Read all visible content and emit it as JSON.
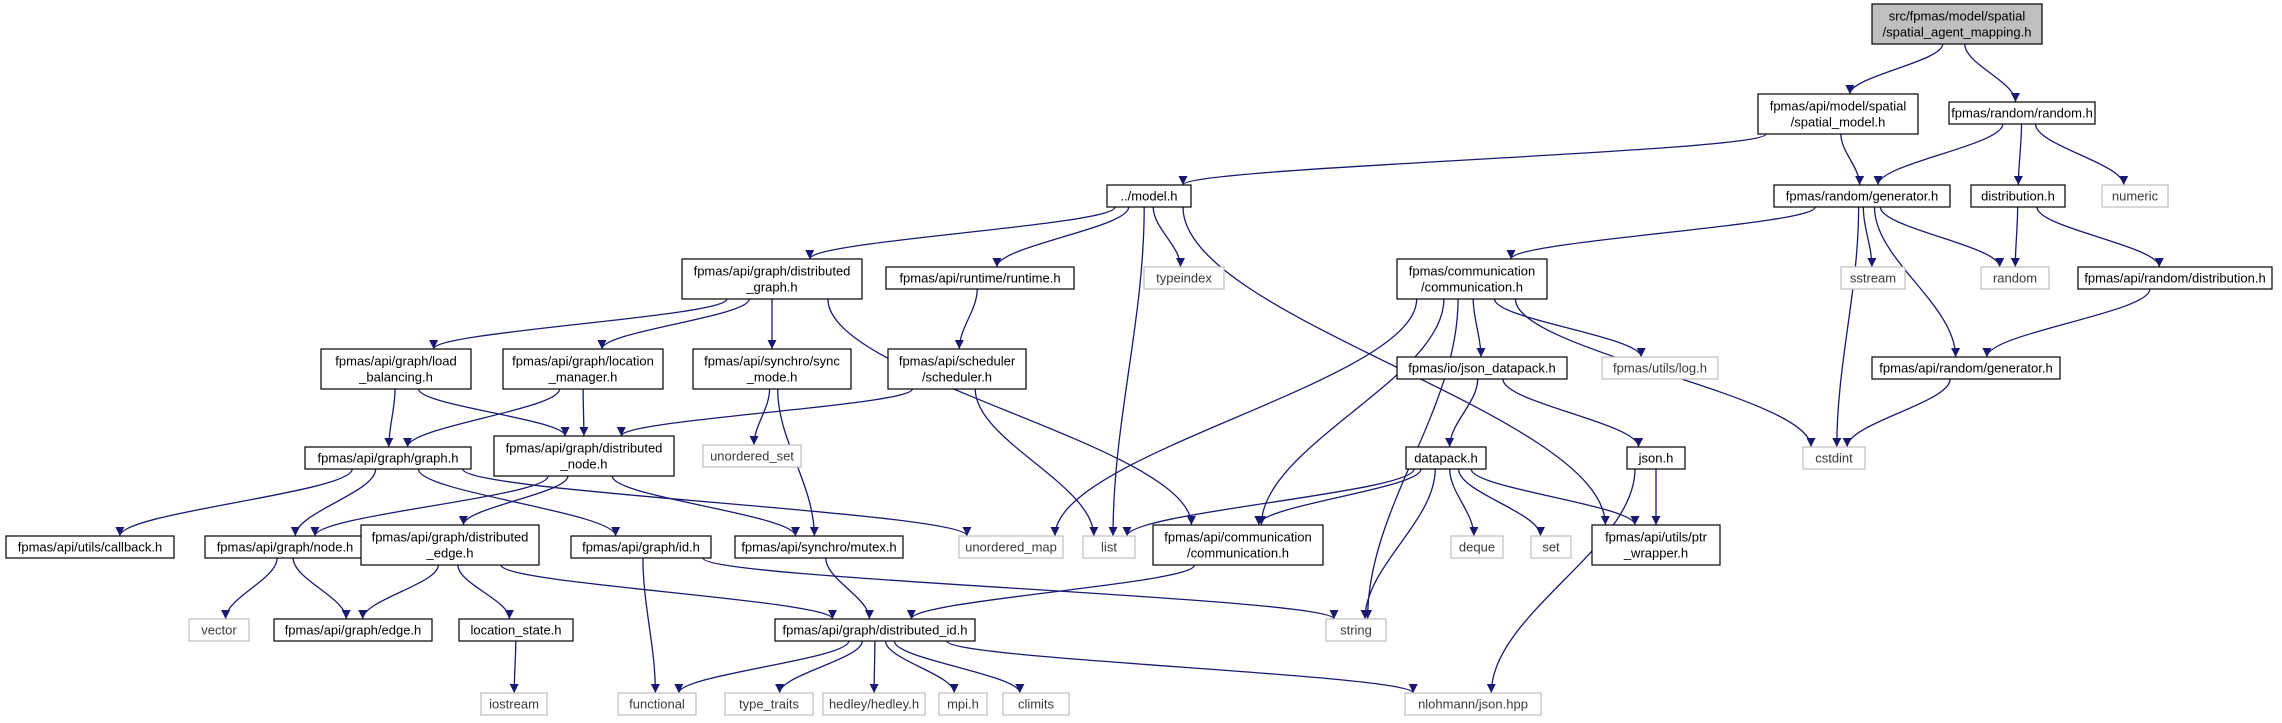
{
  "diagram": {
    "edge_color": "#191970",
    "nodes": [
      {
        "id": "root",
        "kind": "root",
        "lines": [
          "src/fpmas/model/spatial",
          "/spatial_agent_mapping.h"
        ]
      },
      {
        "id": "spatial_model",
        "kind": "hdr",
        "lines": [
          "fpmas/api/model/spatial",
          "/spatial_model.h"
        ]
      },
      {
        "id": "random_h",
        "kind": "hdr",
        "lines": [
          "fpmas/random/random.h"
        ]
      },
      {
        "id": "model_h",
        "kind": "hdr",
        "lines": [
          "../model.h"
        ]
      },
      {
        "id": "generator_h",
        "kind": "hdr",
        "lines": [
          "fpmas/random/generator.h"
        ]
      },
      {
        "id": "distribution_h",
        "kind": "hdr",
        "lines": [
          "distribution.h"
        ]
      },
      {
        "id": "numeric",
        "kind": "ext",
        "lines": [
          "numeric"
        ]
      },
      {
        "id": "dist_graph",
        "kind": "hdr",
        "lines": [
          "fpmas/api/graph/distributed",
          "_graph.h"
        ]
      },
      {
        "id": "runtime_h",
        "kind": "hdr",
        "lines": [
          "fpmas/api/runtime/runtime.h"
        ]
      },
      {
        "id": "typeindex",
        "kind": "ext",
        "lines": [
          "typeindex"
        ]
      },
      {
        "id": "comm_top",
        "kind": "hdr",
        "lines": [
          "fpmas/communication",
          "/communication.h"
        ]
      },
      {
        "id": "sstream",
        "kind": "ext",
        "lines": [
          "sstream"
        ]
      },
      {
        "id": "random",
        "kind": "ext",
        "lines": [
          "random"
        ]
      },
      {
        "id": "api_rand_dist",
        "kind": "hdr",
        "lines": [
          "fpmas/api/random/distribution.h"
        ]
      },
      {
        "id": "load_bal",
        "kind": "hdr",
        "lines": [
          "fpmas/api/graph/load",
          "_balancing.h"
        ]
      },
      {
        "id": "loc_mgr",
        "kind": "hdr",
        "lines": [
          "fpmas/api/graph/location",
          "_manager.h"
        ]
      },
      {
        "id": "sync_mode",
        "kind": "hdr",
        "lines": [
          "fpmas/api/synchro/sync",
          "_mode.h"
        ]
      },
      {
        "id": "scheduler",
        "kind": "hdr",
        "lines": [
          "fpmas/api/scheduler",
          "/scheduler.h"
        ]
      },
      {
        "id": "json_datapack",
        "kind": "hdr",
        "lines": [
          "fpmas/io/json_datapack.h"
        ]
      },
      {
        "id": "log_h",
        "kind": "ext",
        "lines": [
          "fpmas/utils/log.h"
        ]
      },
      {
        "id": "api_rand_gen",
        "kind": "hdr",
        "lines": [
          "fpmas/api/random/generator.h"
        ]
      },
      {
        "id": "graph_h",
        "kind": "hdr",
        "lines": [
          "fpmas/api/graph/graph.h"
        ]
      },
      {
        "id": "dist_node",
        "kind": "hdr",
        "lines": [
          "fpmas/api/graph/distributed",
          "_node.h"
        ]
      },
      {
        "id": "unordered_set",
        "kind": "ext",
        "lines": [
          "unordered_set"
        ]
      },
      {
        "id": "datapack_h",
        "kind": "hdr",
        "lines": [
          "datapack.h"
        ]
      },
      {
        "id": "json_h",
        "kind": "hdr",
        "lines": [
          "json.h"
        ]
      },
      {
        "id": "cstdint",
        "kind": "ext",
        "lines": [
          "cstdint"
        ]
      },
      {
        "id": "callback_h",
        "kind": "hdr",
        "lines": [
          "fpmas/api/utils/callback.h"
        ]
      },
      {
        "id": "node_h",
        "kind": "hdr",
        "lines": [
          "fpmas/api/graph/node.h"
        ]
      },
      {
        "id": "dist_edge",
        "kind": "hdr",
        "lines": [
          "fpmas/api/graph/distributed",
          "_edge.h"
        ]
      },
      {
        "id": "id_h",
        "kind": "hdr",
        "lines": [
          "fpmas/api/graph/id.h"
        ]
      },
      {
        "id": "mutex_h",
        "kind": "hdr",
        "lines": [
          "fpmas/api/synchro/mutex.h"
        ]
      },
      {
        "id": "unordered_map",
        "kind": "ext",
        "lines": [
          "unordered_map"
        ]
      },
      {
        "id": "list",
        "kind": "ext",
        "lines": [
          "list"
        ]
      },
      {
        "id": "api_comm",
        "kind": "hdr",
        "lines": [
          "fpmas/api/communication",
          "/communication.h"
        ]
      },
      {
        "id": "deque",
        "kind": "ext",
        "lines": [
          "deque"
        ]
      },
      {
        "id": "set",
        "kind": "ext",
        "lines": [
          "set"
        ]
      },
      {
        "id": "ptr_wrapper",
        "kind": "hdr",
        "lines": [
          "fpmas/api/utils/ptr",
          "_wrapper.h"
        ]
      },
      {
        "id": "vector",
        "kind": "ext",
        "lines": [
          "vector"
        ]
      },
      {
        "id": "edge_h",
        "kind": "hdr",
        "lines": [
          "fpmas/api/graph/edge.h"
        ]
      },
      {
        "id": "location_state",
        "kind": "hdr",
        "lines": [
          "location_state.h"
        ]
      },
      {
        "id": "dist_id",
        "kind": "hdr",
        "lines": [
          "fpmas/api/graph/distributed_id.h"
        ]
      },
      {
        "id": "string",
        "kind": "ext",
        "lines": [
          "string"
        ]
      },
      {
        "id": "iostream",
        "kind": "ext",
        "lines": [
          "iostream"
        ]
      },
      {
        "id": "functional",
        "kind": "ext",
        "lines": [
          "functional"
        ]
      },
      {
        "id": "type_traits",
        "kind": "ext",
        "lines": [
          "type_traits"
        ]
      },
      {
        "id": "hedley",
        "kind": "ext",
        "lines": [
          "hedley/hedley.h"
        ]
      },
      {
        "id": "mpi_h",
        "kind": "ext",
        "lines": [
          "mpi.h"
        ]
      },
      {
        "id": "climits",
        "kind": "ext",
        "lines": [
          "climits"
        ]
      },
      {
        "id": "nlohmann",
        "kind": "ext",
        "lines": [
          "nlohmann/json.hpp"
        ]
      }
    ],
    "edges": [
      [
        "root",
        "spatial_model"
      ],
      [
        "root",
        "random_h"
      ],
      [
        "spatial_model",
        "model_h"
      ],
      [
        "spatial_model",
        "generator_h"
      ],
      [
        "random_h",
        "generator_h"
      ],
      [
        "random_h",
        "distribution_h"
      ],
      [
        "random_h",
        "numeric"
      ],
      [
        "model_h",
        "dist_graph"
      ],
      [
        "model_h",
        "runtime_h"
      ],
      [
        "model_h",
        "typeindex"
      ],
      [
        "model_h",
        "list"
      ],
      [
        "model_h",
        "ptr_wrapper"
      ],
      [
        "generator_h",
        "comm_top"
      ],
      [
        "generator_h",
        "sstream"
      ],
      [
        "generator_h",
        "random"
      ],
      [
        "generator_h",
        "api_rand_gen"
      ],
      [
        "generator_h",
        "cstdint"
      ],
      [
        "distribution_h",
        "random"
      ],
      [
        "distribution_h",
        "api_rand_dist"
      ],
      [
        "api_rand_dist",
        "api_rand_gen"
      ],
      [
        "api_rand_gen",
        "cstdint"
      ],
      [
        "dist_graph",
        "load_bal"
      ],
      [
        "dist_graph",
        "loc_mgr"
      ],
      [
        "dist_graph",
        "sync_mode"
      ],
      [
        "dist_graph",
        "api_comm"
      ],
      [
        "runtime_h",
        "scheduler"
      ],
      [
        "comm_top",
        "unordered_map"
      ],
      [
        "comm_top",
        "api_comm"
      ],
      [
        "comm_top",
        "string"
      ],
      [
        "comm_top",
        "json_datapack"
      ],
      [
        "comm_top",
        "log_h"
      ],
      [
        "comm_top",
        "cstdint"
      ],
      [
        "load_bal",
        "graph_h"
      ],
      [
        "load_bal",
        "dist_node"
      ],
      [
        "loc_mgr",
        "graph_h"
      ],
      [
        "loc_mgr",
        "dist_node"
      ],
      [
        "sync_mode",
        "unordered_set"
      ],
      [
        "sync_mode",
        "mutex_h"
      ],
      [
        "scheduler",
        "dist_node"
      ],
      [
        "scheduler",
        "list"
      ],
      [
        "json_datapack",
        "datapack_h"
      ],
      [
        "json_datapack",
        "json_h"
      ],
      [
        "graph_h",
        "callback_h"
      ],
      [
        "graph_h",
        "node_h"
      ],
      [
        "graph_h",
        "id_h"
      ],
      [
        "graph_h",
        "unordered_map"
      ],
      [
        "dist_node",
        "node_h"
      ],
      [
        "dist_node",
        "dist_edge"
      ],
      [
        "dist_node",
        "mutex_h"
      ],
      [
        "datapack_h",
        "list"
      ],
      [
        "datapack_h",
        "api_comm"
      ],
      [
        "datapack_h",
        "string"
      ],
      [
        "datapack_h",
        "deque"
      ],
      [
        "datapack_h",
        "set"
      ],
      [
        "datapack_h",
        "ptr_wrapper"
      ],
      [
        "json_h",
        "ptr_wrapper"
      ],
      [
        "json_h",
        "nlohmann"
      ],
      [
        "node_h",
        "vector"
      ],
      [
        "node_h",
        "edge_h"
      ],
      [
        "dist_edge",
        "edge_h"
      ],
      [
        "dist_edge",
        "location_state"
      ],
      [
        "dist_edge",
        "dist_id"
      ],
      [
        "id_h",
        "functional"
      ],
      [
        "id_h",
        "string"
      ],
      [
        "mutex_h",
        "dist_id"
      ],
      [
        "api_comm",
        "dist_id"
      ],
      [
        "location_state",
        "iostream"
      ],
      [
        "dist_id",
        "functional"
      ],
      [
        "dist_id",
        "type_traits"
      ],
      [
        "dist_id",
        "hedley"
      ],
      [
        "dist_id",
        "mpi_h"
      ],
      [
        "dist_id",
        "climits"
      ],
      [
        "dist_id",
        "nlohmann"
      ]
    ]
  }
}
